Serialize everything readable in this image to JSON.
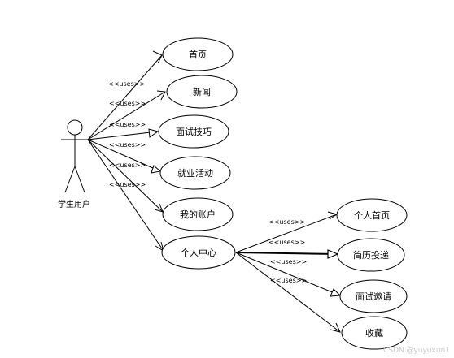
{
  "actor": {
    "label": "学生用户"
  },
  "relationship_label": "<<uses>>",
  "use_cases": [
    {
      "id": "home",
      "label": "首页"
    },
    {
      "id": "news",
      "label": "新闻"
    },
    {
      "id": "interview-tips",
      "label": "面试技巧"
    },
    {
      "id": "employment-activities",
      "label": "就业活动"
    },
    {
      "id": "my-account",
      "label": "我的账户"
    },
    {
      "id": "personal-center",
      "label": "个人中心"
    },
    {
      "id": "personal-home",
      "label": "个人首页"
    },
    {
      "id": "resume-delivery",
      "label": "简历投递"
    },
    {
      "id": "interview-invitation",
      "label": "面试邀请"
    },
    {
      "id": "favorites",
      "label": "收藏"
    }
  ],
  "relations": [
    {
      "from": "actor",
      "to": "home",
      "label": "<<uses>>"
    },
    {
      "from": "actor",
      "to": "news",
      "label": "<<uses>>"
    },
    {
      "from": "actor",
      "to": "interview-tips",
      "label": "<<uses>>"
    },
    {
      "from": "actor",
      "to": "employment-activities",
      "label": "<<uses>>"
    },
    {
      "from": "actor",
      "to": "my-account",
      "label": "<<uses>>"
    },
    {
      "from": "actor",
      "to": "personal-center",
      "label": "<<uses>>"
    },
    {
      "from": "personal-center",
      "to": "personal-home",
      "label": "<<uses>>"
    },
    {
      "from": "personal-center",
      "to": "resume-delivery",
      "label": "<<uses>>"
    },
    {
      "from": "personal-center",
      "to": "interview-invitation",
      "label": "<<uses>>"
    },
    {
      "from": "personal-center",
      "to": "favorites",
      "label": "<<uses>>"
    }
  ],
  "watermark": "CSDN @yuyuxun1"
}
